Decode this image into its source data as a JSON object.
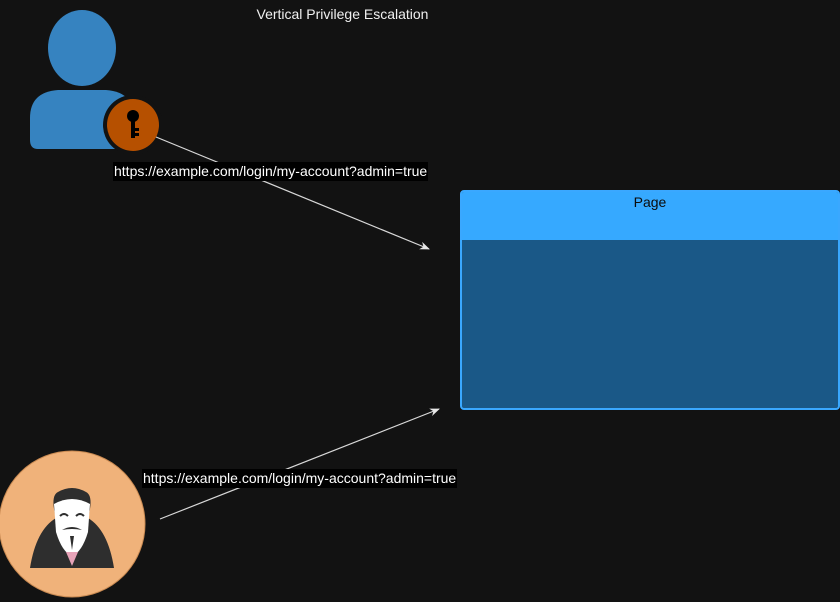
{
  "diagram": {
    "title": "Vertical Privilege Escalation",
    "page_box": {
      "label": "Page"
    },
    "admin_request": {
      "url": "https://example.com/login/my-account?admin=true"
    },
    "attacker_request": {
      "url": "https://example.com/login/my-account?admin=true"
    },
    "icons": {
      "admin_user": "user-with-key-icon",
      "attacker": "anonymous-hacker-icon"
    },
    "colors": {
      "background": "#121212",
      "user_blue": "#3683c0",
      "key_badge": "#b65000",
      "page_header": "#36a9ff",
      "page_body": "#1a5887",
      "attacker_circle": "#f0b27a",
      "arrow": "#e0e0e0"
    }
  }
}
